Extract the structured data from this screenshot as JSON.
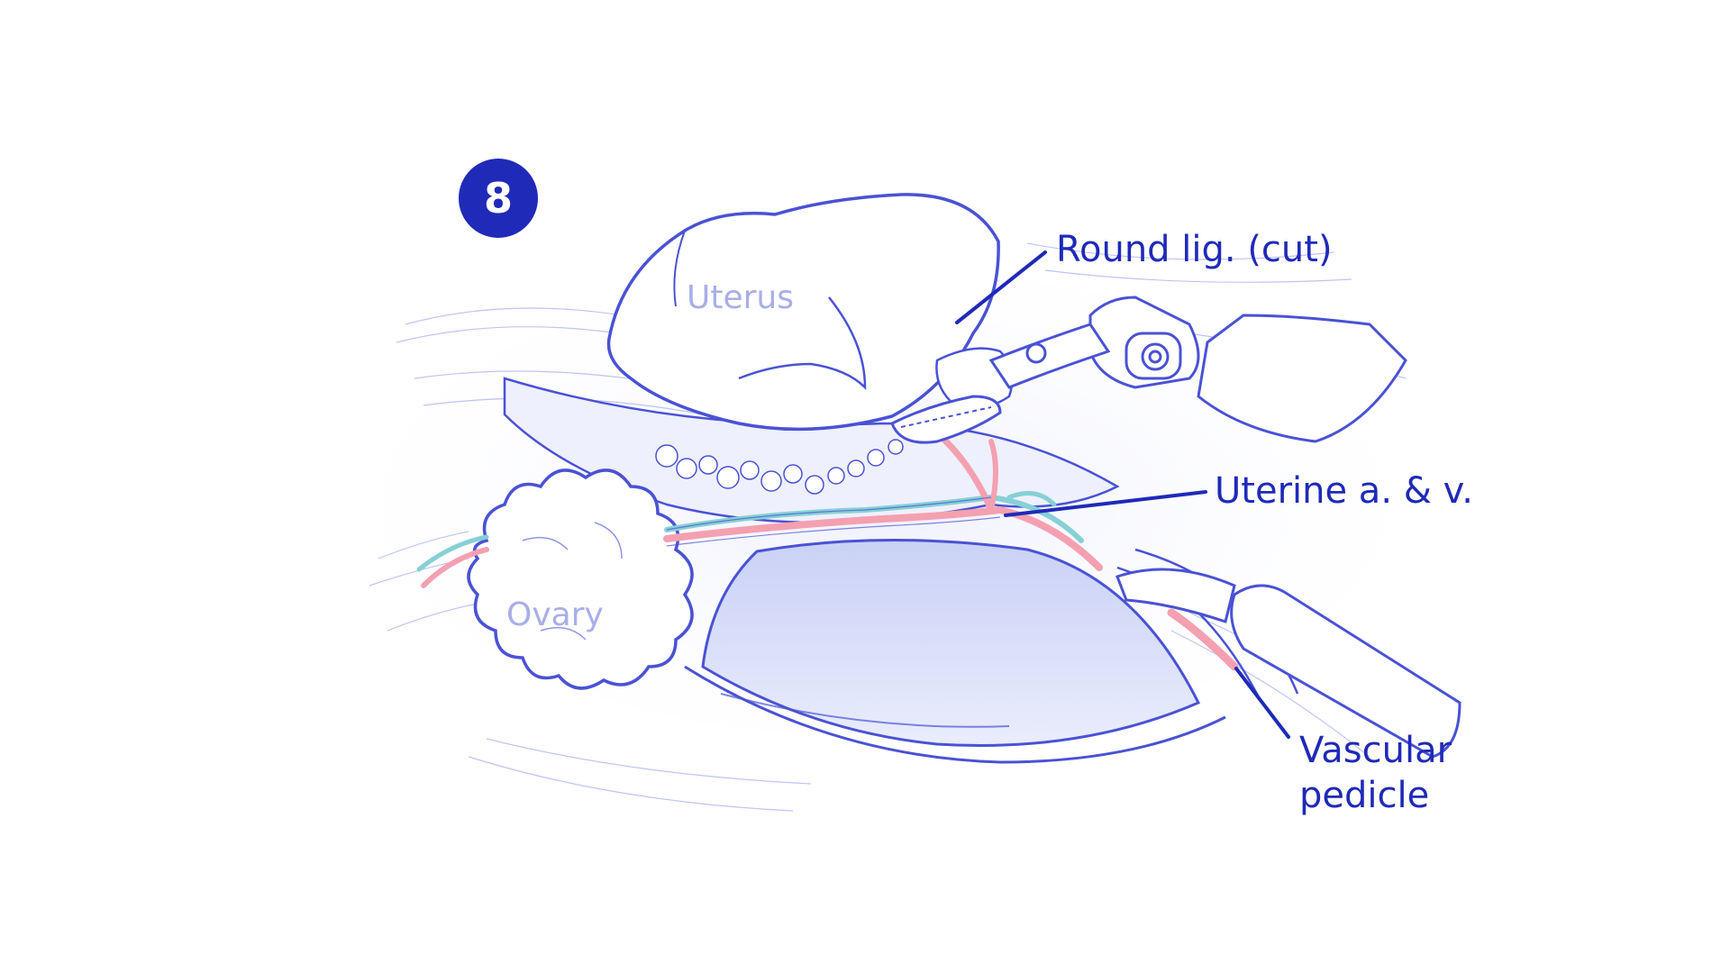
{
  "figure": {
    "step_number": "8",
    "organ_labels": {
      "uterus": "Uterus",
      "ovary": "Ovary"
    },
    "callouts": {
      "round_ligament": "Round lig. (cut)",
      "uterine_vessels": "Uterine a. & v.",
      "vascular_pedicle_line1": "Vascular",
      "vascular_pedicle_line2": "pedicle"
    }
  },
  "colors": {
    "accent": "#1f2ab8",
    "line_art": "#4a52d4",
    "organ_label": "#a9aee8",
    "artery": "#f4a0b0",
    "vein": "#86d0d6",
    "cavity_fill": "#dde3fb",
    "background": "#ffffff"
  }
}
